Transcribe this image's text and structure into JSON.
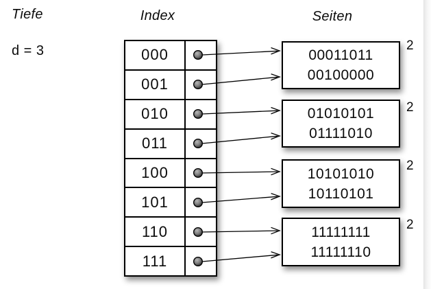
{
  "labels": {
    "depth_column": "Tiefe",
    "index_column": "Index",
    "pages_column": "Seiten",
    "depth_value": "d = 3"
  },
  "index": {
    "rows": [
      "000",
      "001",
      "010",
      "011",
      "100",
      "101",
      "110",
      "111"
    ]
  },
  "pages": [
    {
      "entries": [
        "00011011",
        "00100000"
      ],
      "local_depth": "2"
    },
    {
      "entries": [
        "01010101",
        "01111010"
      ],
      "local_depth": "2"
    },
    {
      "entries": [
        "10101010",
        "10110101"
      ],
      "local_depth": "2"
    },
    {
      "entries": [
        "11111111",
        "11111110"
      ],
      "local_depth": "2"
    }
  ]
}
